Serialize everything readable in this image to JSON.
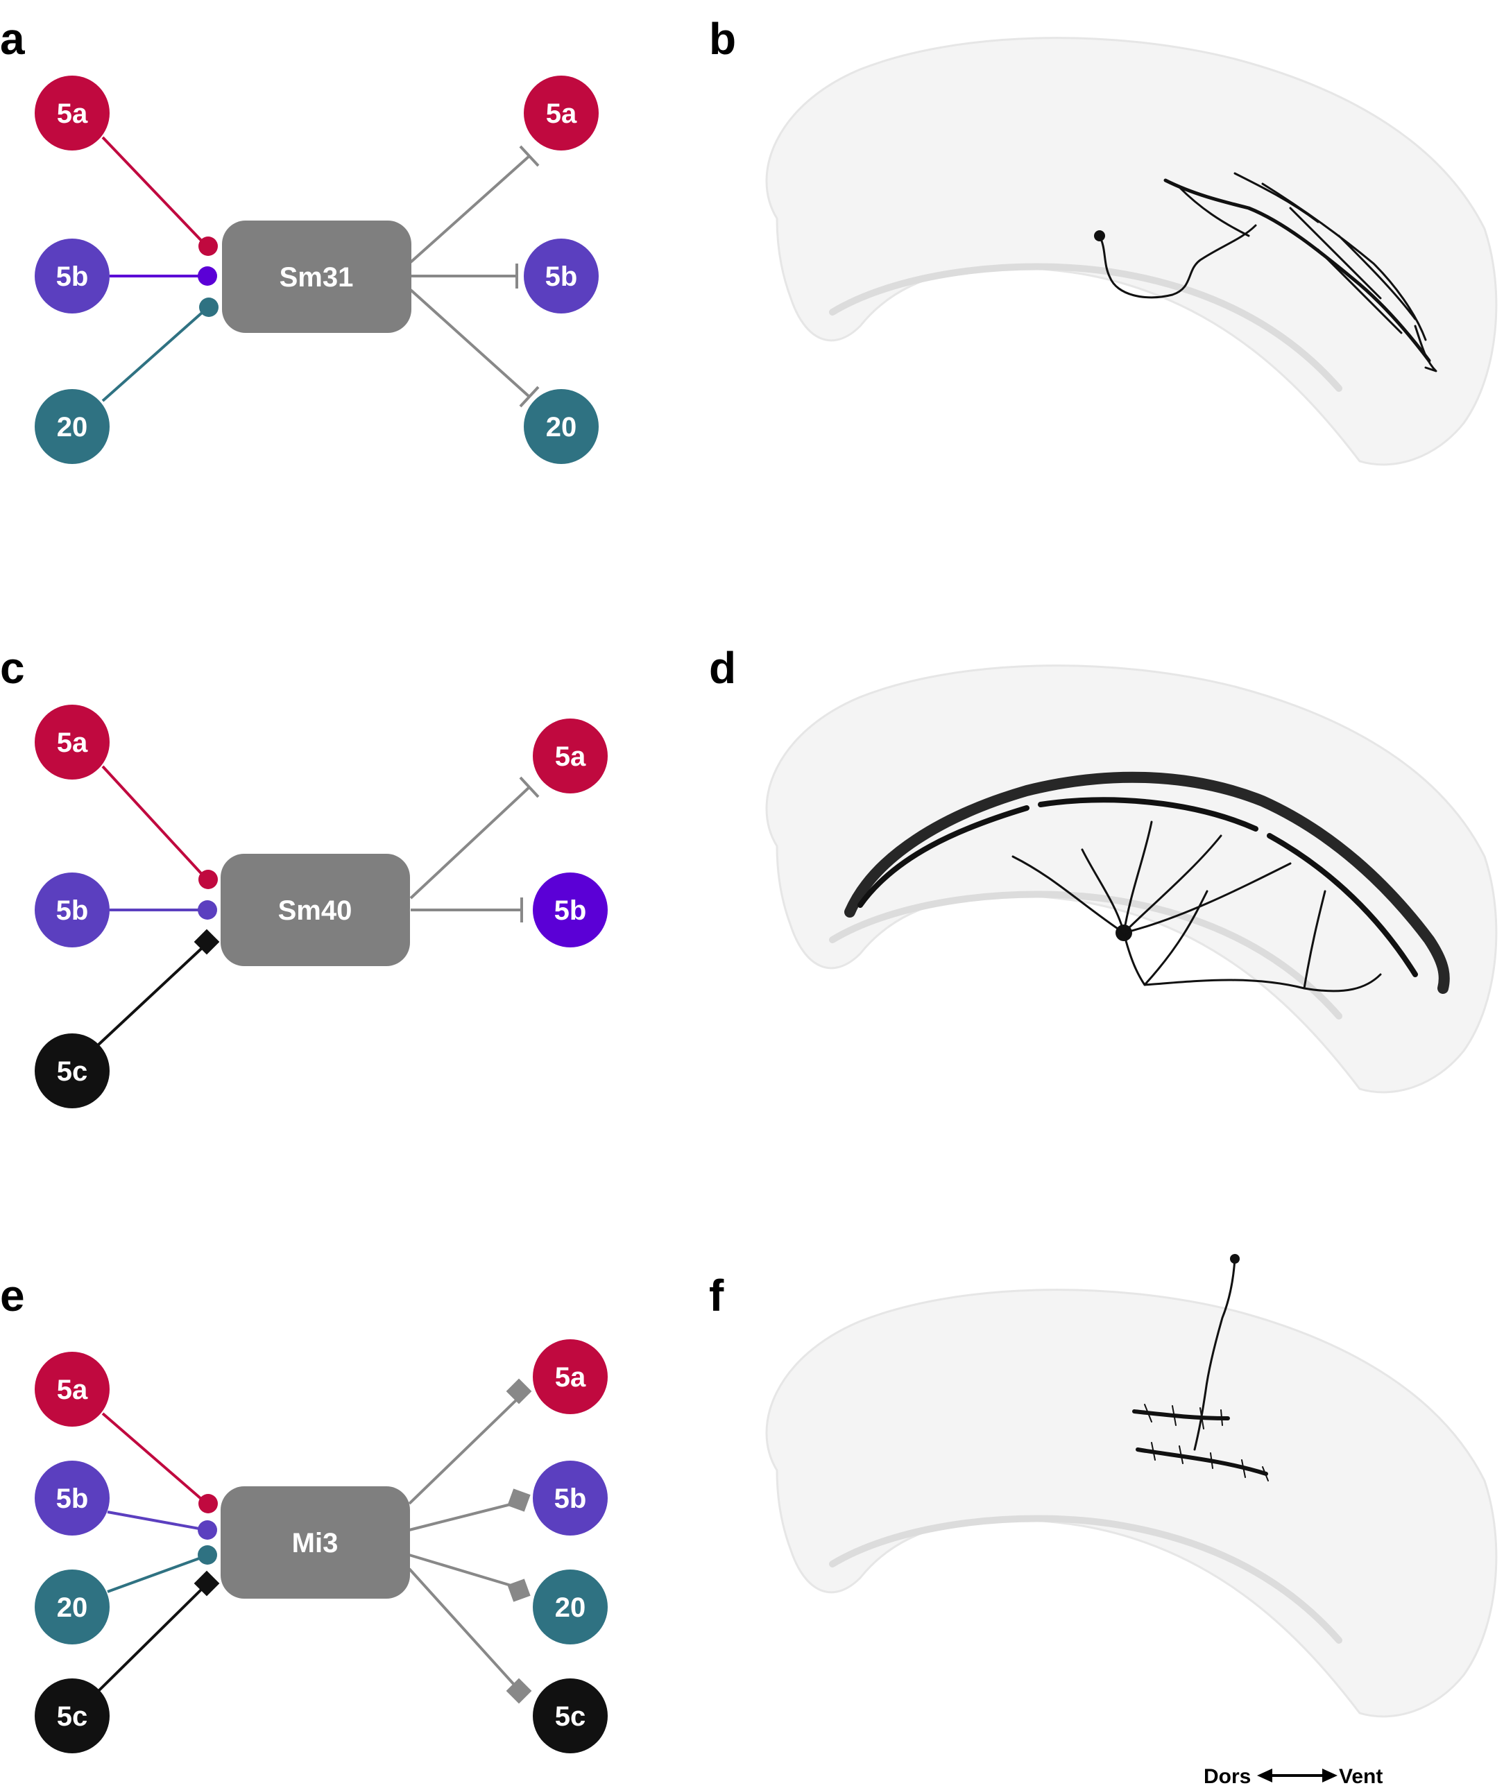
{
  "colors": {
    "5a": "#c0093f",
    "5b": "#5b3fbf",
    "5b_out": "#5b00d6",
    "20": "#2f7282",
    "5c": "#111111",
    "hub": "#7f7f7f",
    "output_line": "#888888"
  },
  "panels": {
    "a": {
      "letter": "a",
      "hub": "Sm31",
      "inputs": [
        {
          "label": "5a",
          "color_key": "5a",
          "terminal": "circle"
        },
        {
          "label": "5b",
          "color_key": "5b",
          "terminal": "circle"
        },
        {
          "label": "20",
          "color_key": "20",
          "terminal": "circle"
        }
      ],
      "outputs": [
        {
          "label": "5a",
          "color_key": "5a",
          "terminal": "bar"
        },
        {
          "label": "5b",
          "color_key": "5b",
          "terminal": "bar"
        },
        {
          "label": "20",
          "color_key": "20",
          "terminal": "bar"
        }
      ]
    },
    "b": {
      "letter": "b"
    },
    "c": {
      "letter": "c",
      "hub": "Sm40",
      "inputs": [
        {
          "label": "5a",
          "color_key": "5a",
          "terminal": "circle"
        },
        {
          "label": "5b",
          "color_key": "5b",
          "terminal": "circle"
        },
        {
          "label": "5c",
          "color_key": "5c",
          "terminal": "diamond"
        }
      ],
      "outputs": [
        {
          "label": "5a",
          "color_key": "5a",
          "terminal": "bar"
        },
        {
          "label": "5b",
          "color_key": "5b_out",
          "terminal": "bar"
        }
      ]
    },
    "d": {
      "letter": "d"
    },
    "e": {
      "letter": "e",
      "hub": "Mi3",
      "inputs": [
        {
          "label": "5a",
          "color_key": "5a",
          "terminal": "circle"
        },
        {
          "label": "5b",
          "color_key": "5b",
          "terminal": "circle"
        },
        {
          "label": "20",
          "color_key": "20",
          "terminal": "circle"
        },
        {
          "label": "5c",
          "color_key": "5c",
          "terminal": "diamond"
        }
      ],
      "outputs": [
        {
          "label": "5a",
          "color_key": "5a",
          "terminal": "diamond"
        },
        {
          "label": "5b",
          "color_key": "5b",
          "terminal": "diamond"
        },
        {
          "label": "20",
          "color_key": "20",
          "terminal": "diamond"
        },
        {
          "label": "5c",
          "color_key": "5c",
          "terminal": "diamond"
        }
      ]
    },
    "f": {
      "letter": "f"
    }
  },
  "orientation": {
    "dorsal_label": "Dors",
    "ventral_label": "Vent",
    "arrow": "double-headed"
  }
}
